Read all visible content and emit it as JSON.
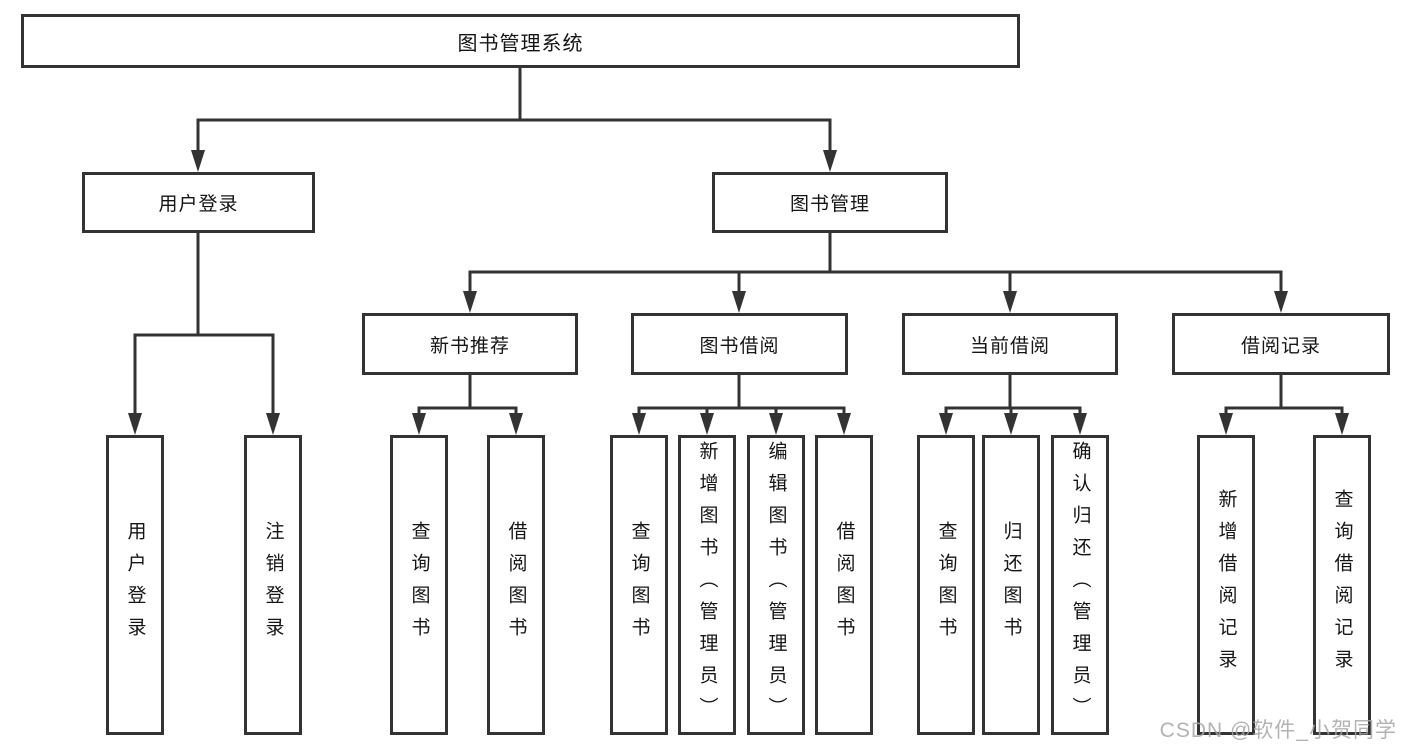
{
  "nodes": {
    "root": "图书管理系统",
    "user_login": "用户登录",
    "book_mgmt": "图书管理",
    "new_book_rec": "新书推荐",
    "book_borrow": "图书借阅",
    "current_borrow": "当前借阅",
    "borrow_records": "借阅记录",
    "leaves": {
      "user_login": [
        "用户登录",
        "注销登录"
      ],
      "new_book_rec": [
        "查询图书",
        "借阅图书"
      ],
      "book_borrow": [
        "查询图书",
        "新增图书（管理员）",
        "编辑图书（管理员）",
        "借阅图书"
      ],
      "current_borrow": [
        "查询图书",
        "归还图书",
        "确认归还（管理员）"
      ],
      "borrow_records": [
        "新增借阅记录",
        "查询借阅记录"
      ]
    }
  },
  "watermark": "CSDN @软件_小贺同学",
  "colors": {
    "line": "#333333",
    "text": "#151515",
    "watermark": "#a6a6a6",
    "background": "#ffffff"
  }
}
